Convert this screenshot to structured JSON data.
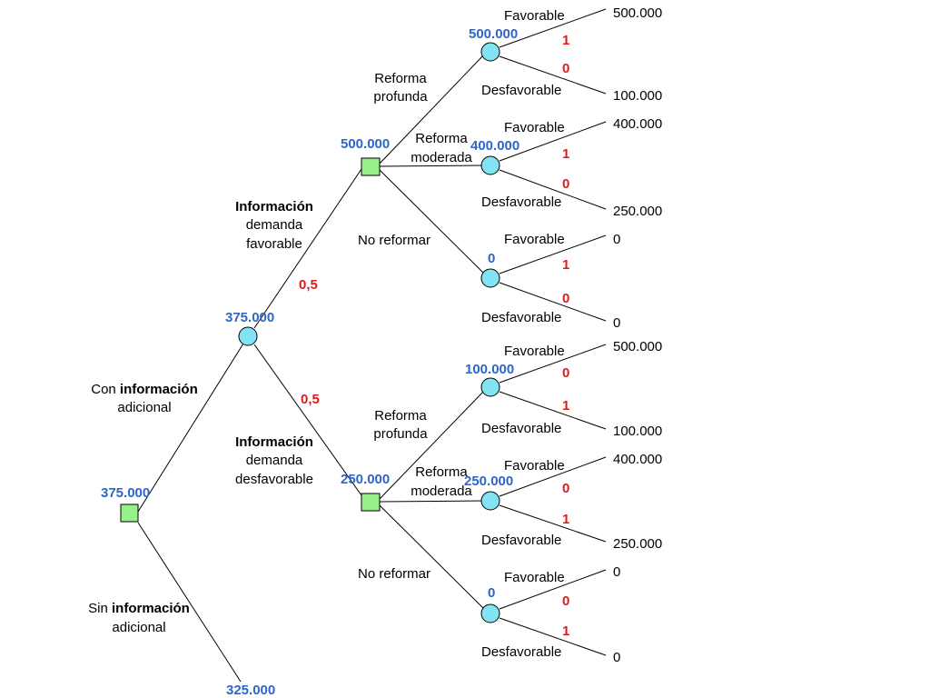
{
  "colors": {
    "value": "#2e66c8",
    "probability": "#e01b1b",
    "decision_node": "#96f08c",
    "chance_node": "#82e4f2"
  },
  "root": {
    "value": "375.000",
    "branch_con": {
      "pre": "Con ",
      "bold": "información",
      "line2": "adicional"
    },
    "branch_sin": {
      "pre": "Sin ",
      "bold": "información",
      "line2": "adicional"
    },
    "sin_value": "325.000"
  },
  "info": {
    "value": "375.000",
    "favorable": {
      "line1": "Información",
      "line2": "demanda",
      "line3": "favorable",
      "prob": "0,5"
    },
    "desfavorable": {
      "line1": "Información",
      "line2": "demanda",
      "line3": "desfavorable",
      "prob": "0,5"
    }
  },
  "fav": {
    "value": "500.000",
    "profunda": {
      "line1": "Reforma",
      "line2": "profunda",
      "value": "500.000",
      "fav_label": "Favorable",
      "fav_prob": "1",
      "fav_payoff": "500.000",
      "des_label": "Desfavorable",
      "des_prob": "0",
      "des_payoff": "100.000"
    },
    "moderada": {
      "line1": "Reforma",
      "line2": "moderada",
      "value": "400.000",
      "fav_label": "Favorable",
      "fav_prob": "1",
      "fav_payoff": "400.000",
      "des_label": "Desfavorable",
      "des_prob": "0",
      "des_payoff": "250.000"
    },
    "noreformar": {
      "label": "No reformar",
      "value": "0",
      "fav_label": "Favorable",
      "fav_prob": "1",
      "fav_payoff": "0",
      "des_label": "Desfavorable",
      "des_prob": "0",
      "des_payoff": "0"
    }
  },
  "unf": {
    "value": "250.000",
    "profunda": {
      "line1": "Reforma",
      "line2": "profunda",
      "value": "100.000",
      "fav_label": "Favorable",
      "fav_prob": "0",
      "fav_payoff": "500.000",
      "des_label": "Desfavorable",
      "des_prob": "1",
      "des_payoff": "100.000"
    },
    "moderada": {
      "line1": "Reforma",
      "line2": "moderada",
      "value": "250.000",
      "fav_label": "Favorable",
      "fav_prob": "0",
      "fav_payoff": "400.000",
      "des_label": "Desfavorable",
      "des_prob": "1",
      "des_payoff": "250.000"
    },
    "noreformar": {
      "label": "No reformar",
      "value": "0",
      "fav_label": "Favorable",
      "fav_prob": "0",
      "fav_payoff": "0",
      "des_label": "Desfavorable",
      "des_prob": "1",
      "des_payoff": "0"
    }
  }
}
